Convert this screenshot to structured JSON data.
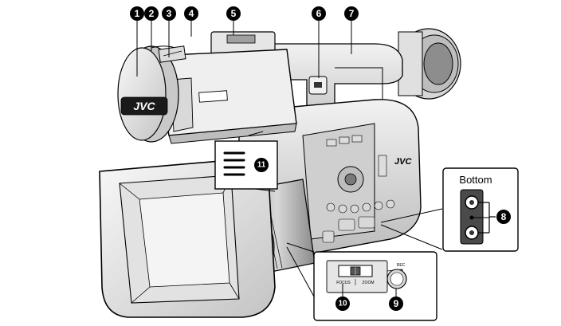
{
  "callouts": [
    "1",
    "2",
    "3",
    "4",
    "5",
    "6",
    "7",
    "8",
    "9",
    "10",
    "11"
  ],
  "bottom_inset": {
    "title": "Bottom"
  },
  "switch_inset": {
    "left_label": "FOCUS",
    "right_label": "ZOOM",
    "rec_label": "REC"
  },
  "brand": "JVC"
}
